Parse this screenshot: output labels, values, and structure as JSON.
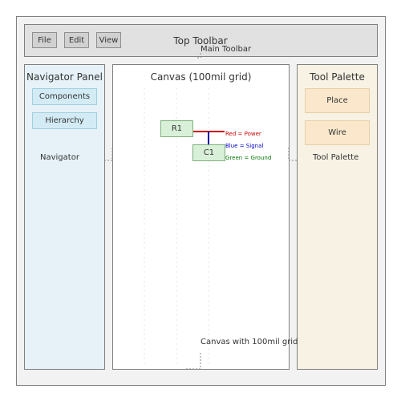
{
  "toolbar": {
    "title": "Top Toolbar",
    "menus": [
      "File",
      "Edit",
      "View"
    ]
  },
  "navigator": {
    "title": "Navigator Panel",
    "items": [
      "Components",
      "Hierarchy"
    ]
  },
  "canvas": {
    "title": "Canvas (100mil grid)",
    "components": [
      "R1",
      "C1"
    ],
    "legend": [
      {
        "text": "Red = Power",
        "color": "#cc0000"
      },
      {
        "text": "Blue = Signal",
        "color": "#0000cc"
      },
      {
        "text": "Green = Ground",
        "color": "#007700"
      }
    ]
  },
  "tools": {
    "title": "Tool Palette",
    "items": [
      "Place",
      "Wire"
    ]
  },
  "callouts": {
    "main_toolbar": "Main Toolbar",
    "navigator": "Navigator",
    "tool_palette": "Tool Palette",
    "canvas_grid": "Canvas with 100mil grid"
  }
}
